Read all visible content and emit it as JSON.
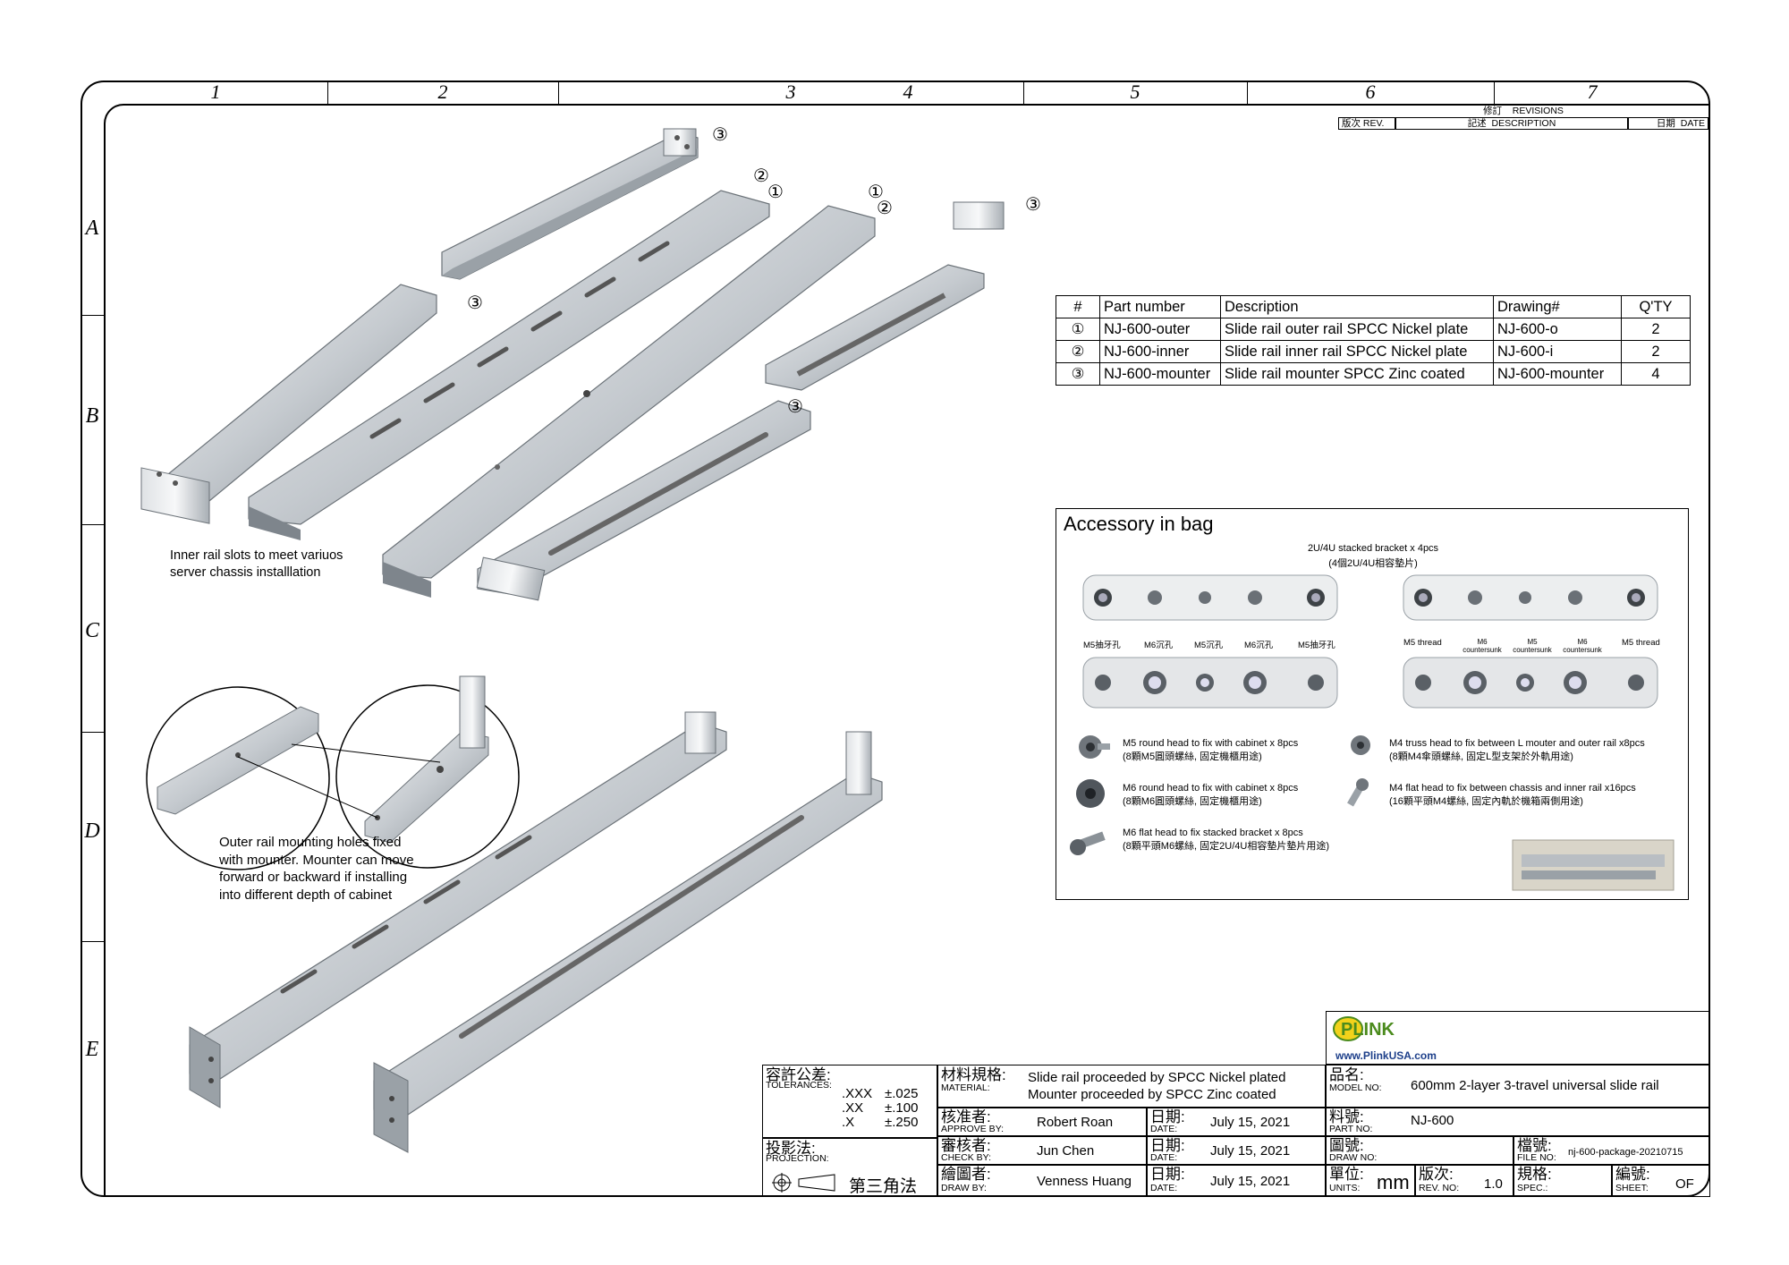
{
  "columns": [
    "1",
    "2",
    "3",
    "4",
    "5",
    "6",
    "7"
  ],
  "rows": [
    "A",
    "B",
    "C",
    "D",
    "E"
  ],
  "revisions": {
    "title_zh": "修訂",
    "title_en": "REVISIONS",
    "rev_zh": "版次",
    "rev_en": "REV.",
    "desc_zh": "記述",
    "desc_en": "DESCRIPTION",
    "date_zh": "日期",
    "date_en": "DATE"
  },
  "callouts": {
    "c1": "①",
    "c2": "②",
    "c3": "③"
  },
  "parts_table": {
    "headers": [
      "#",
      "Part number",
      "Description",
      "Drawing#",
      "Q'TY"
    ],
    "rows": [
      {
        "num": "①",
        "part": "NJ-600-outer",
        "desc": "Slide rail outer rail SPCC Nickel plate",
        "drawing": "NJ-600-o",
        "qty": "2"
      },
      {
        "num": "②",
        "part": "NJ-600-inner",
        "desc": "Slide rail inner rail SPCC Nickel plate",
        "drawing": "NJ-600-i",
        "qty": "2"
      },
      {
        "num": "③",
        "part": "NJ-600-mounter",
        "desc": "Slide rail mounter SPCC Zinc coated",
        "drawing": "NJ-600-mounter",
        "qty": "4"
      }
    ]
  },
  "notes": {
    "inner_slots": [
      "Inner rail slots to meet variuos",
      "server chassis installlation"
    ],
    "outer_holes": [
      "Outer rail mounting holes fixed",
      "with mounter. Mounter can move",
      "forward or backward if installing",
      "into different depth of cabinet"
    ]
  },
  "accessory": {
    "title": "Accessory in bag",
    "bracket_title": "2U/4U stacked bracket x 4pcs",
    "bracket_title_zh": "(4個2U/4U相容墊片)",
    "labels_zh": [
      "M5抽牙孔",
      "M6沉孔",
      "M5沉孔",
      "M6沉孔",
      "M5抽牙孔"
    ],
    "labels_en": [
      "M5 thread",
      "M6 countersunk",
      "M5 countersunk",
      "M6 countersunk",
      "M5 thread"
    ],
    "screws": [
      {
        "en": "M5 round head to fix with cabinet x 8pcs",
        "zh": "(8顆M5圓頭螺絲, 固定機櫃用途)"
      },
      {
        "en": "M6 round head to fix with cabinet x 8pcs",
        "zh": "(8顆M6圓頭螺絲, 固定機櫃用途)"
      },
      {
        "en": "M6 flat head to fix stacked bracket x 8pcs",
        "zh": "(8顆平頭M6螺絲, 固定2U/4U相容墊片墊片用途)"
      },
      {
        "en": "M4 truss head to fix between L mouter and outer rail x8pcs",
        "zh": "(8顆M4傘頭螺絲, 固定L型支架於外軌用途)"
      },
      {
        "en": "M4 flat head to fix between chassis and inner rail x16pcs",
        "zh": "(16顆平頭M4螺絲, 固定內軌於機箱兩側用途)"
      }
    ]
  },
  "title_block": {
    "logo_text": "PLINK",
    "website": "www.PlinkUSA.com",
    "tolerances_zh": "容許公差:",
    "tolerances_en": "TOLERANCES:",
    "tol_rows": [
      {
        "k": ".XXX",
        "v": "±.025"
      },
      {
        "k": ".XX",
        "v": "±.100"
      },
      {
        "k": ".X",
        "v": "±.250"
      }
    ],
    "projection_zh": "投影法:",
    "projection_en": "PROJECTION:",
    "projection_value": "第三角法",
    "material_zh": "材料規格:",
    "material_en": "MATERIAL:",
    "material_lines": [
      "Slide rail proceeded by SPCC Nickel plated",
      "Mounter proceeded by SPCC Zinc coated"
    ],
    "approve_zh": "核准者:",
    "approve_en": "APPROVE BY:",
    "approve_val": "Robert Roan",
    "check_zh": "審核者:",
    "check_en": "CHECK BY:",
    "check_val": "Jun Chen",
    "draw_zh": "繪圖者:",
    "draw_en": "DRAW BY:",
    "draw_val": "Venness Huang",
    "date_zh": "日期:",
    "date_en": "DATE:",
    "dates": [
      "July 15, 2021",
      "July 15, 2021",
      "July 15, 2021"
    ],
    "model_zh": "品名:",
    "model_en": "MODEL NO:",
    "model_val": "600mm 2-layer 3-travel universal slide rail",
    "part_zh": "料號:",
    "part_en": "PART NO:",
    "part_val": "NJ-600",
    "drawno_zh": "圖號:",
    "drawno_en": "DRAW NO:",
    "file_zh": "檔號:",
    "file_en": "FILE NO:",
    "file_val": "nj-600-package-20210715",
    "units_zh": "單位:",
    "units_en": "UNITS:",
    "units_val": "mm",
    "rev_zh": "版次:",
    "rev_en": "REV. NO:",
    "rev_val": "1.0",
    "spec_zh": "規格:",
    "spec_en": "SPEC.:",
    "sheet_zh": "編號:",
    "sheet_en": "SHEET:",
    "sheet_val": "OF"
  },
  "colors": {
    "rail_light": "#e6e8ea",
    "rail_mid": "#b9bec3",
    "rail_dark": "#7e858c",
    "logo_green": "#4b8b1d",
    "logo_yellow": "#f2d21b"
  }
}
